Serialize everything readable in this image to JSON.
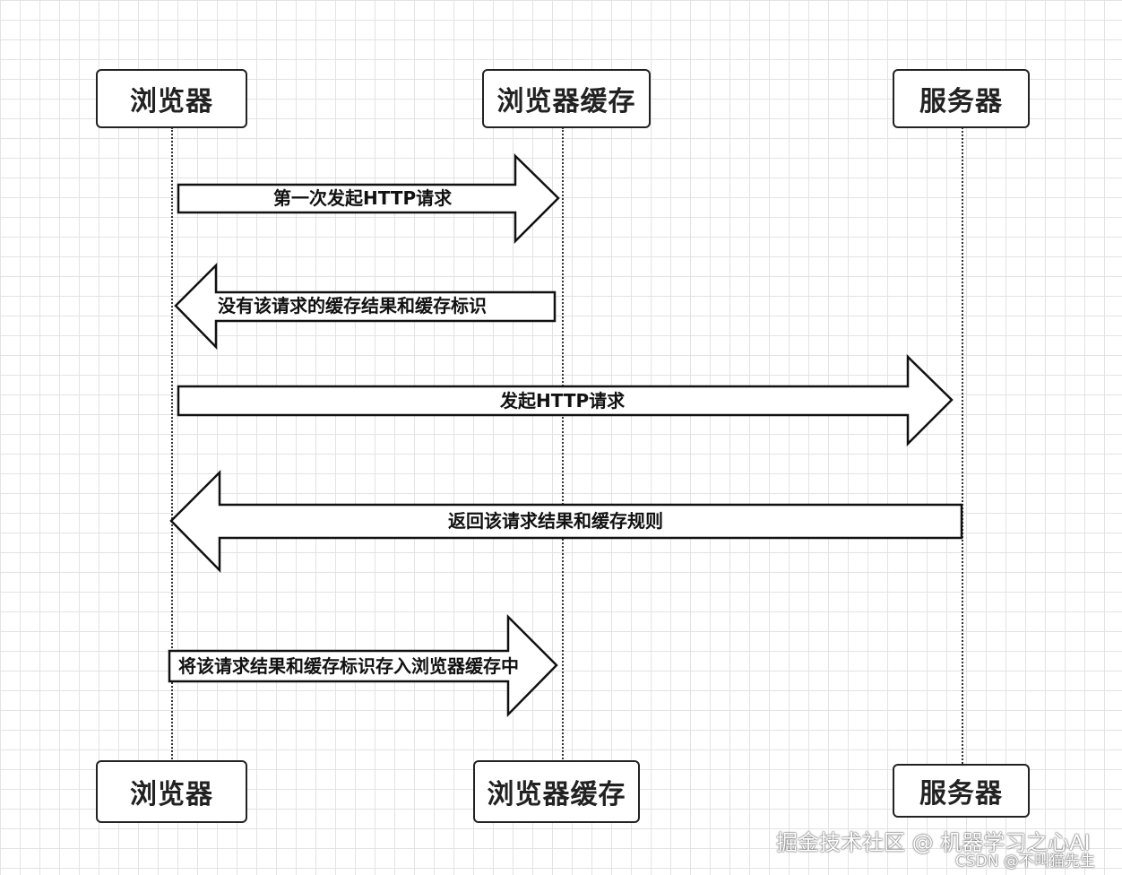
{
  "actors": {
    "browser": "浏览器",
    "browser_cache": "浏览器缓存",
    "server": "服务器"
  },
  "messages": [
    {
      "id": "m1",
      "label": "第一次发起HTTP请求",
      "from": "browser",
      "to": "browser_cache"
    },
    {
      "id": "m2",
      "label": "没有该请求的缓存结果和缓存标识",
      "from": "browser_cache",
      "to": "browser"
    },
    {
      "id": "m3",
      "label": "发起HTTP请求",
      "from": "browser",
      "to": "server"
    },
    {
      "id": "m4",
      "label": "返回该请求结果和缓存规则",
      "from": "server",
      "to": "browser"
    },
    {
      "id": "m5",
      "label": "将该请求结果和缓存标识存入浏览器缓存中",
      "from": "browser",
      "to": "browser_cache"
    }
  ],
  "watermark": {
    "main": "掘金技术社区 @ 机器学习之心AI",
    "sub": "CSDN @不叫猫先生"
  }
}
